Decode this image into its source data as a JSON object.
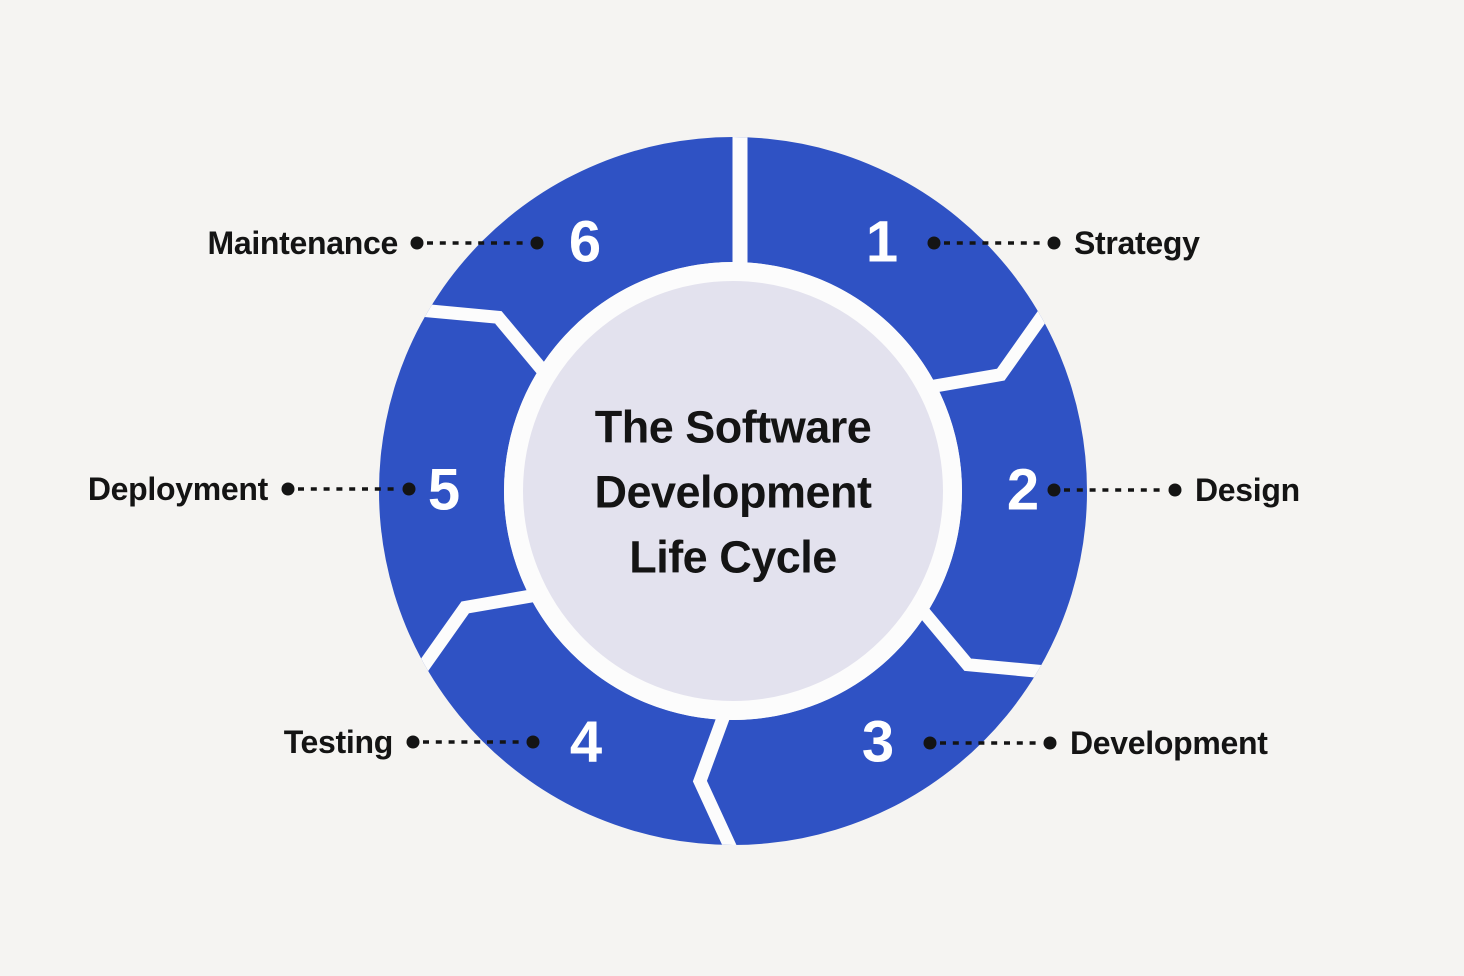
{
  "title": {
    "lines": [
      "The Software",
      "Development",
      "Life Cycle"
    ]
  },
  "stages": [
    {
      "number": "1",
      "label": "Strategy"
    },
    {
      "number": "2",
      "label": "Design"
    },
    {
      "number": "3",
      "label": "Development"
    },
    {
      "number": "4",
      "label": "Testing"
    },
    {
      "number": "5",
      "label": "Deployment"
    },
    {
      "number": "6",
      "label": "Maintenance"
    }
  ],
  "colors": {
    "background": "#F5F4F2",
    "ring_blue": "#2F52C4",
    "divider_white": "#FCFCFC",
    "center_lavender": "#E3E2EE",
    "text_black": "#141414",
    "number_white": "#FFFFFF"
  }
}
